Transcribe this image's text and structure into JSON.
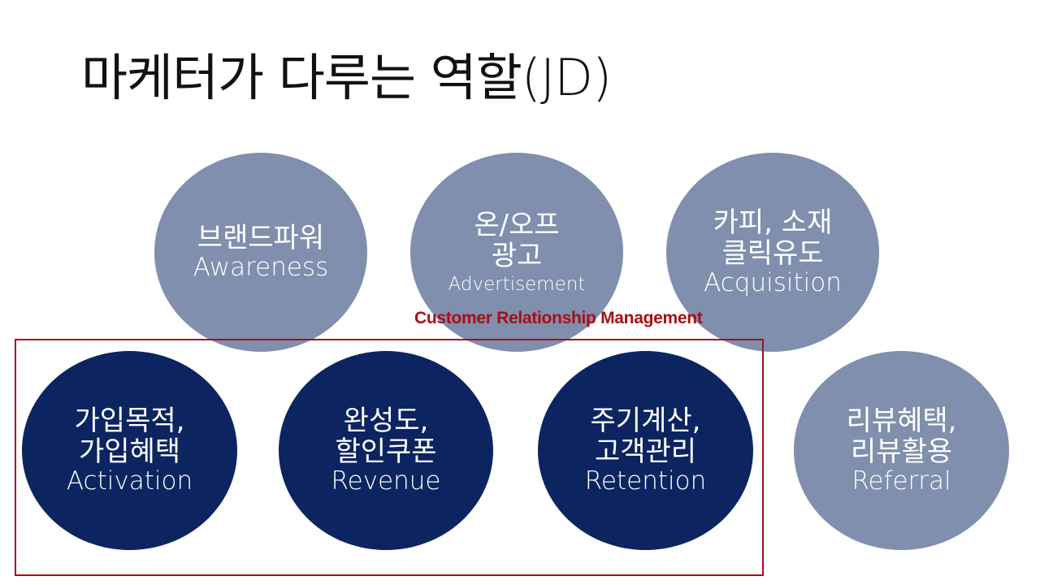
{
  "slide": {
    "title": "마케터가 다루는 역할(JD)",
    "crm_label": "Customer Relationship Management"
  },
  "colors": {
    "light_circle": "#7f8fad",
    "dark_circle": "#0c2460",
    "crm_accent": "#a80f14"
  },
  "stages": {
    "awareness": {
      "korean": [
        "브랜드파워"
      ],
      "english": "Awareness",
      "highlighted": false
    },
    "advertisement": {
      "korean": [
        "온/오프",
        "광고"
      ],
      "english": "Advertisement",
      "highlighted": false
    },
    "acquisition": {
      "korean": [
        "카피, 소재",
        "클릭유도"
      ],
      "english": "Acquisition",
      "highlighted": false
    },
    "activation": {
      "korean": [
        "가입목적,",
        "가입혜택"
      ],
      "english": "Activation",
      "highlighted": true
    },
    "revenue": {
      "korean": [
        "완성도,",
        "할인쿠폰"
      ],
      "english": "Revenue",
      "highlighted": true
    },
    "retention": {
      "korean": [
        "주기계산,",
        "고객관리"
      ],
      "english": "Retention",
      "highlighted": true
    },
    "referral": {
      "korean": [
        "리뷰혜택,",
        "리뷰활용"
      ],
      "english": "Referral",
      "highlighted": false
    }
  }
}
